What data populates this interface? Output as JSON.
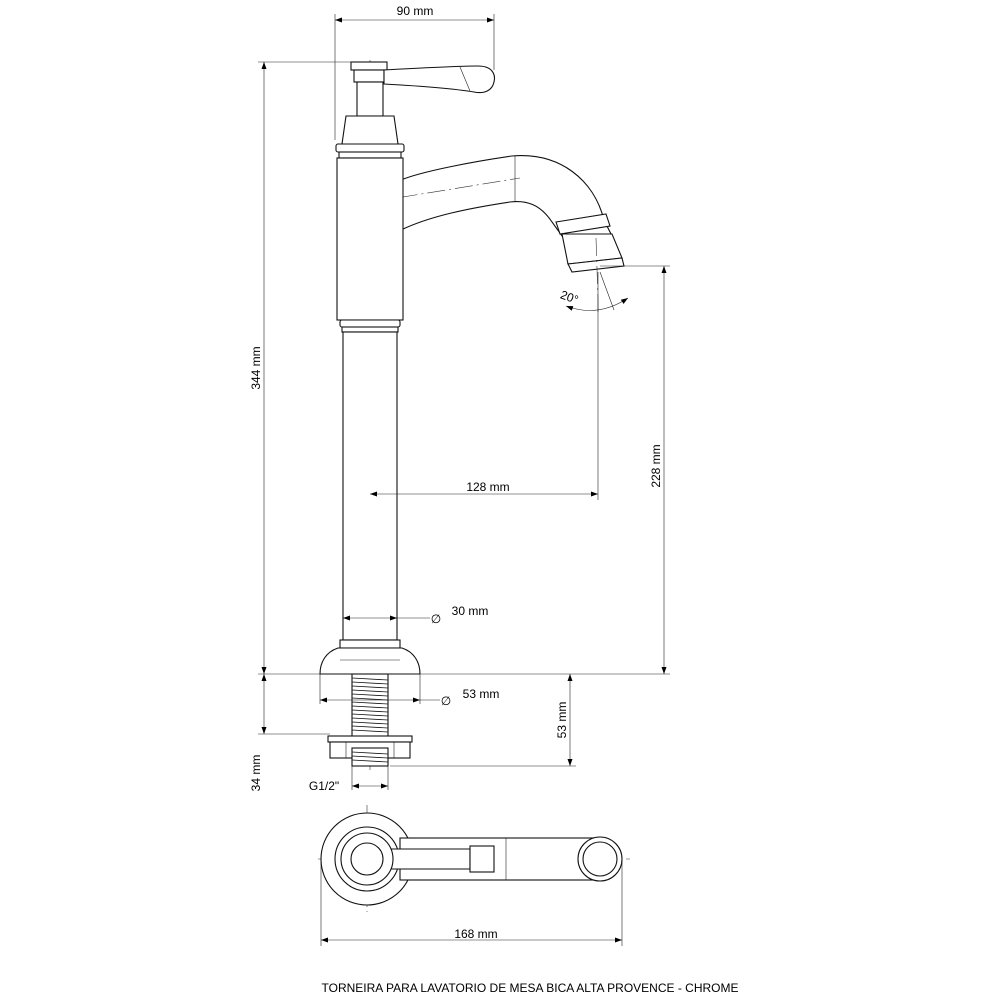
{
  "dimensions": {
    "handle_width": "90 mm",
    "total_height": "344 mm",
    "spout_height": "228 mm",
    "spout_reach": "128 mm",
    "angle": "20°",
    "body_diameter_symbol": "∅",
    "body_diameter": "30 mm",
    "base_diameter_symbol": "∅",
    "base_diameter": "53 mm",
    "thread_length": "53 mm",
    "bottom_height": "34 mm",
    "thread_size": "G1/2\"",
    "plan_length": "168 mm"
  },
  "caption": "TORNEIRA PARA LAVATORIO DE MESA BICA ALTA PROVENCE - CHROME"
}
